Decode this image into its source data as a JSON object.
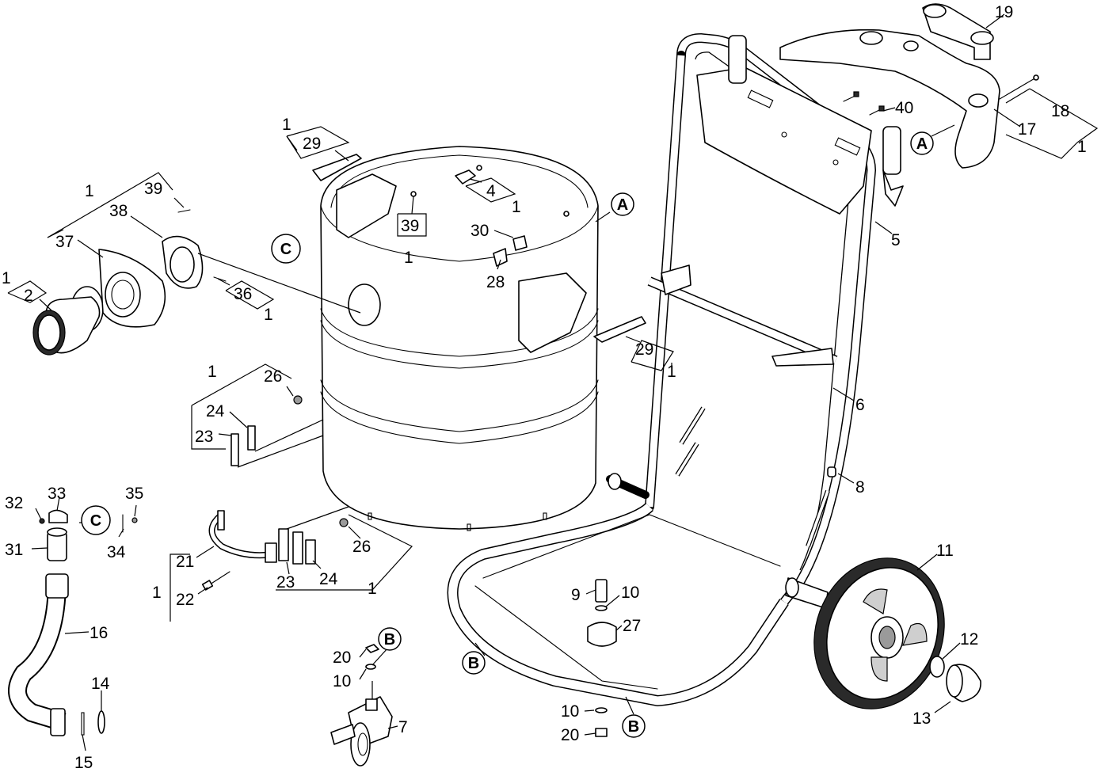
{
  "labels": {
    "p1": "1",
    "p2": "2",
    "p4": "4",
    "p5": "5",
    "p6": "6",
    "p7": "7",
    "p8": "8",
    "p9": "9",
    "p10": "10",
    "p11": "11",
    "p12": "12",
    "p13": "13",
    "p14": "14",
    "p15": "15",
    "p16": "16",
    "p17": "17",
    "p18": "18",
    "p19": "19",
    "p20": "20",
    "p21": "21",
    "p22": "22",
    "p23": "23",
    "p24": "24",
    "p26": "26",
    "p27": "27",
    "p28": "28",
    "p29": "29",
    "p30": "30",
    "p31": "31",
    "p32": "32",
    "p33": "33",
    "p34": "34",
    "p35": "35",
    "p36": "36",
    "p37": "37",
    "p38": "38",
    "p39": "39",
    "p40": "40"
  },
  "callouts": {
    "a": "A",
    "b": "B",
    "c": "C"
  }
}
